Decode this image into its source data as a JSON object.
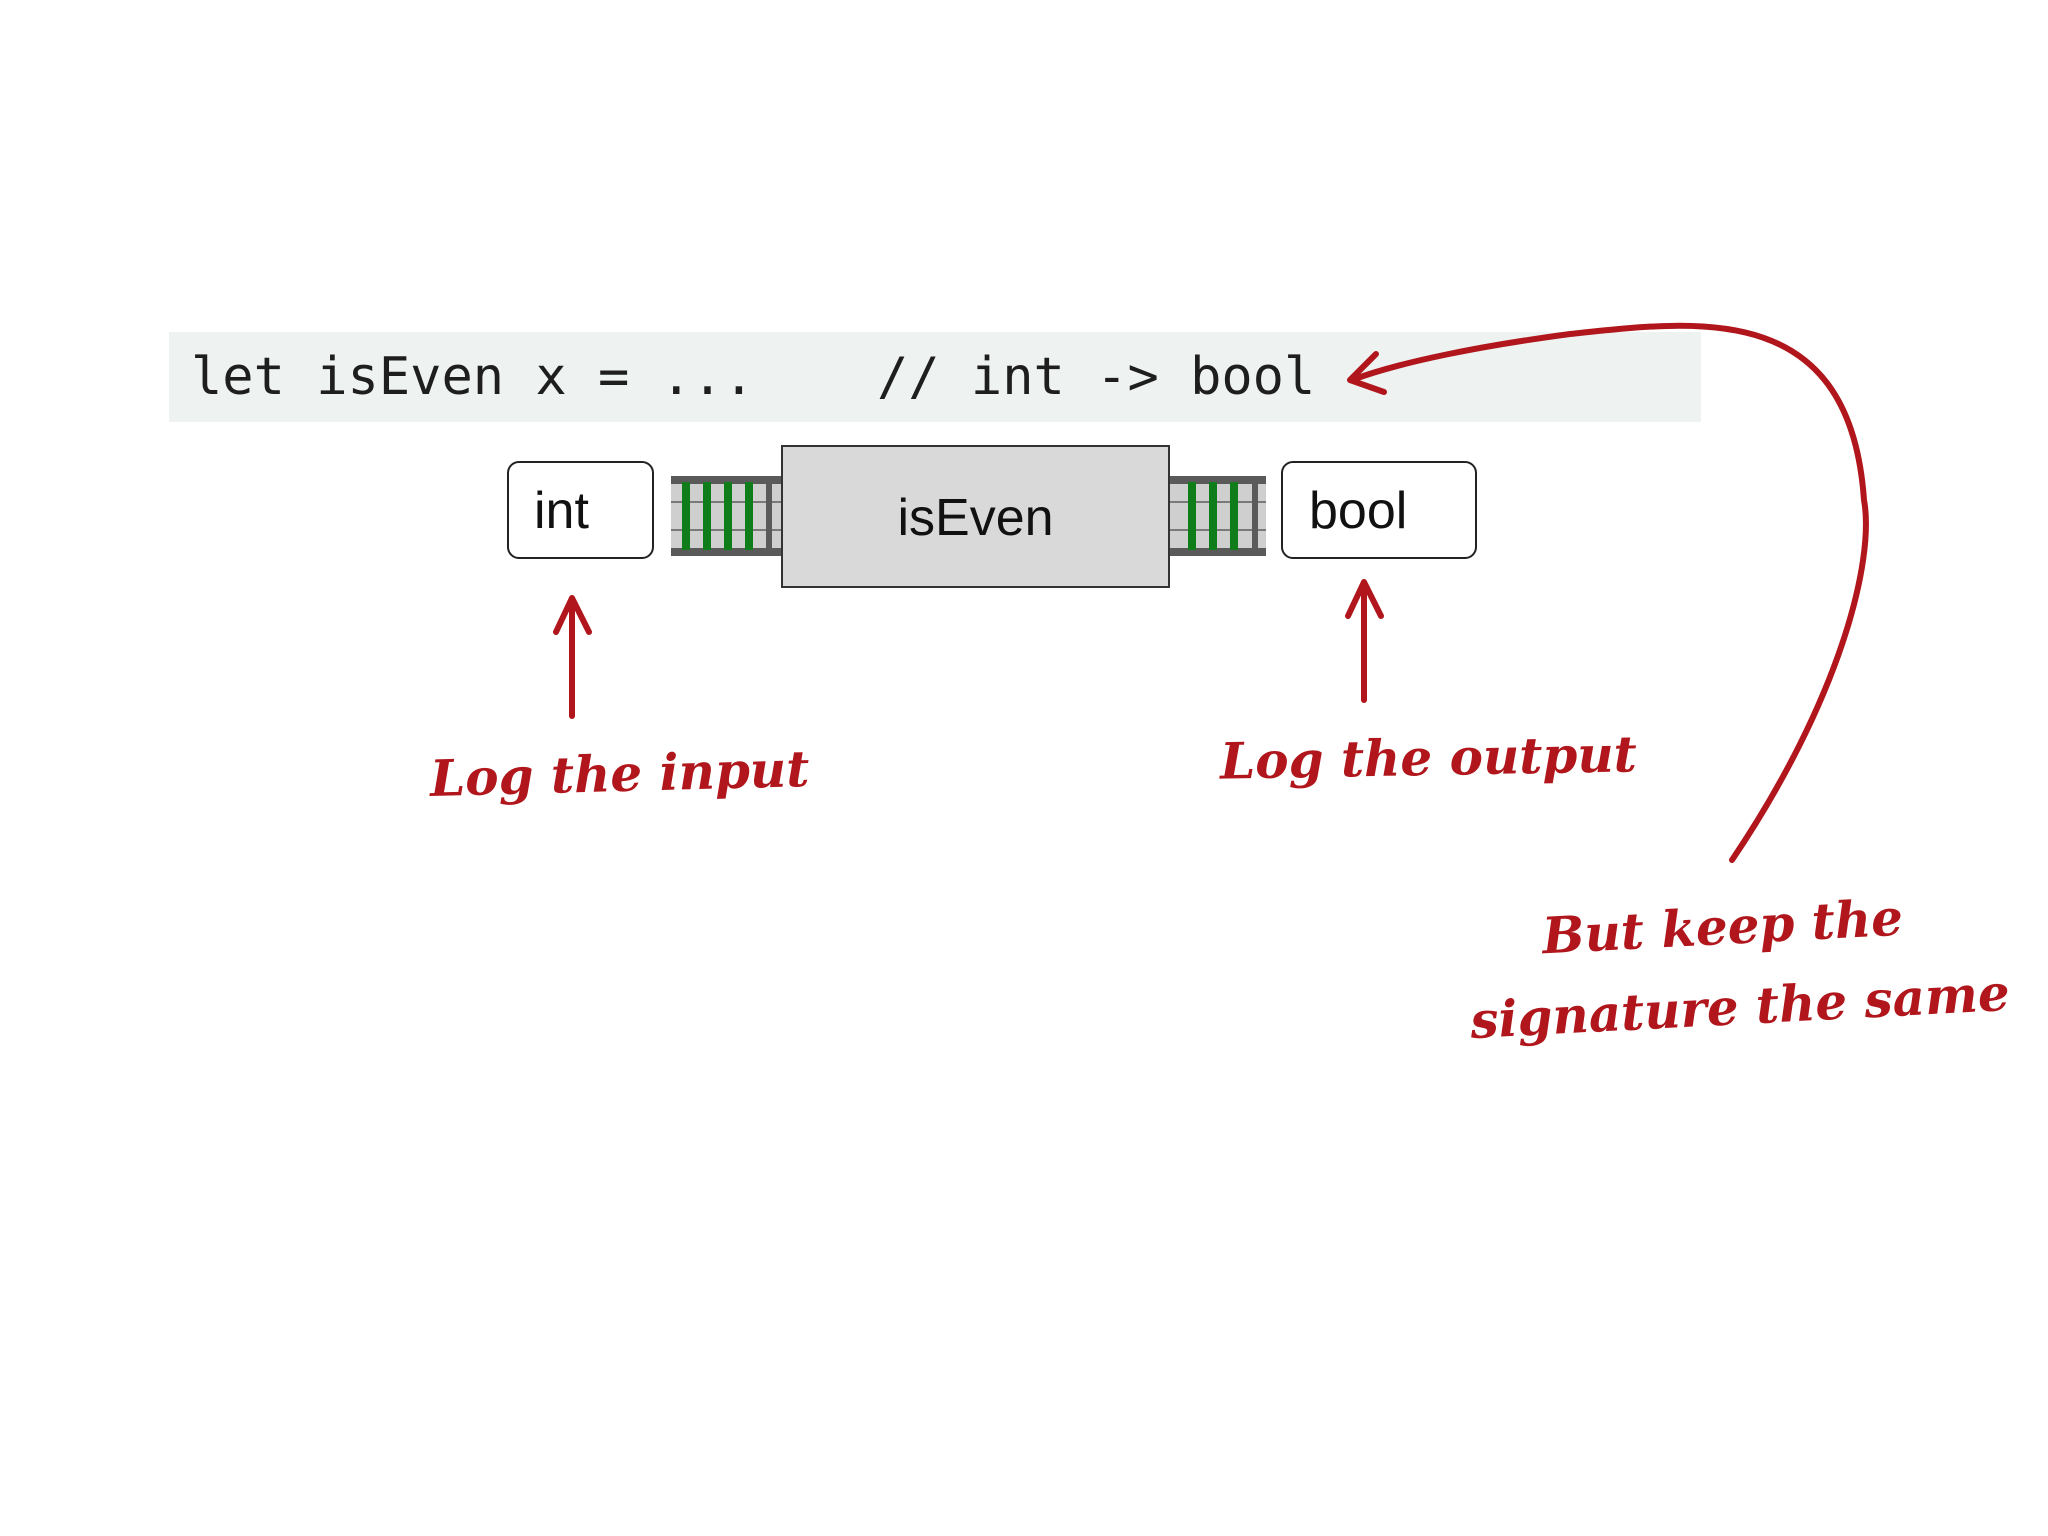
{
  "code": {
    "main": "let isEven x = ...",
    "comment": "// int -> bool"
  },
  "pipeline": {
    "input_type": "int",
    "function_name": "isEven",
    "output_type": "bool"
  },
  "annotations": {
    "input_note": "Log the input",
    "output_note": "Log the output",
    "signature_note_line1": "But keep the",
    "signature_note_line2": "signature the same"
  },
  "colors": {
    "annotation": "#b0161b",
    "code_background": "#eef2f0",
    "function_box": "#d9d9d9",
    "track_rail": "#5a5a5a",
    "track_tie": "#0f7d1a"
  }
}
